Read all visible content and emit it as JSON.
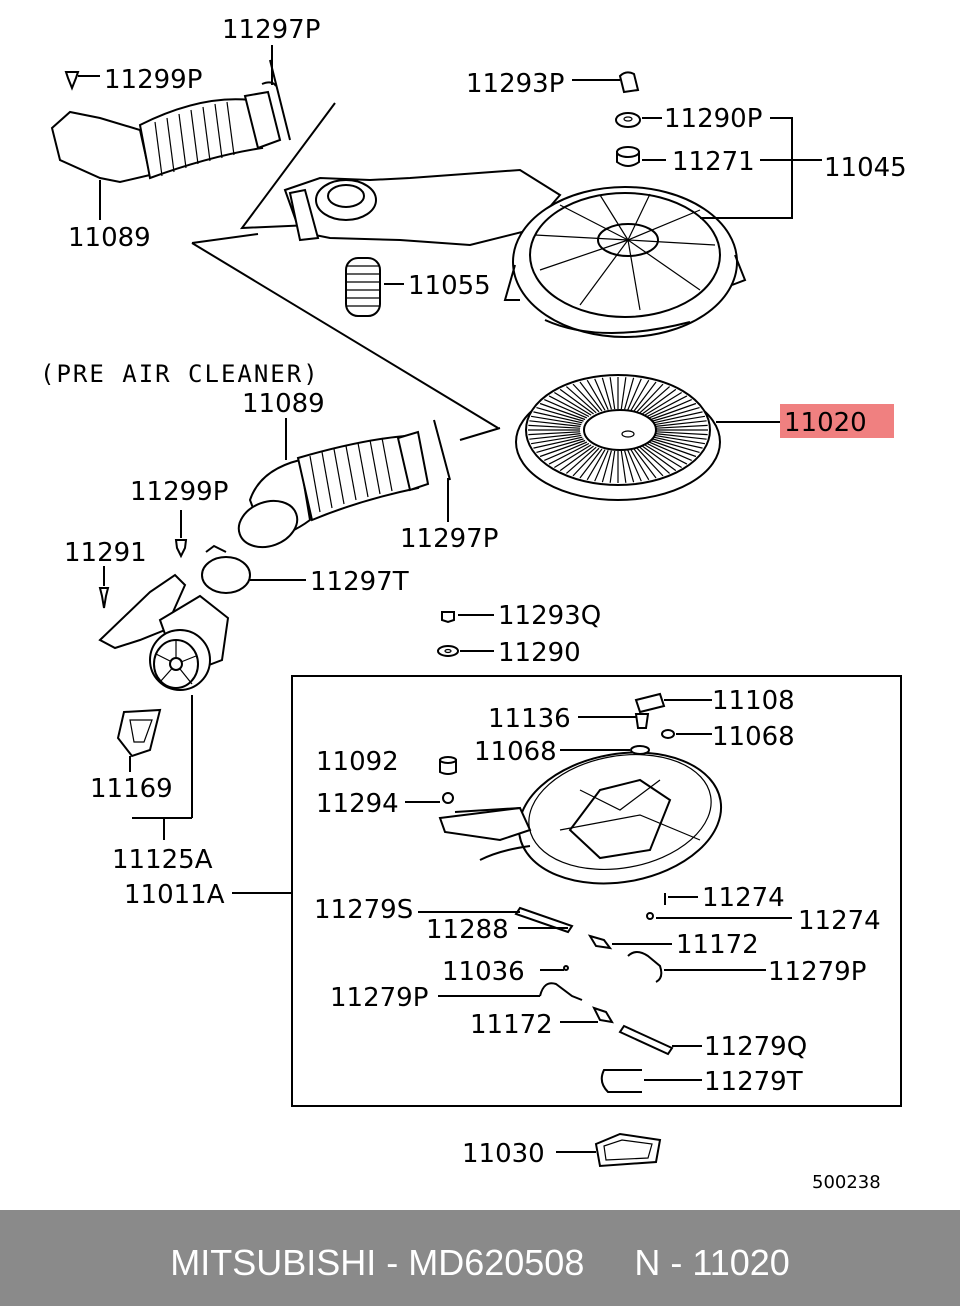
{
  "labels": {
    "p11297P_top": "11297P",
    "p11299P_top": "11299P",
    "p11089_top": "11089",
    "p11293P": "11293P",
    "p11290P": "11290P",
    "p11271": "11271",
    "p11045": "11045",
    "p11055": "11055",
    "pre_air_cleaner": "(PRE AIR CLEANER)",
    "p11089_mid": "11089",
    "p11020": "11020",
    "p11299P_mid": "11299P",
    "p11297P_mid": "11297P",
    "p11291": "11291",
    "p11297T": "11297T",
    "p11293Q": "11293Q",
    "p11290": "11290",
    "p11108": "11108",
    "p11136": "11136",
    "p11068_a": "11068",
    "p11092": "11092",
    "p11068_b": "11068",
    "p11294": "11294",
    "p11169": "11169",
    "p11125A": "11125A",
    "p11011A": "11011A",
    "p11274_a": "11274",
    "p11279S": "11279S",
    "p11274_b": "11274",
    "p11288": "11288",
    "p11172_a": "11172",
    "p11036": "11036",
    "p11279P_r": "11279P",
    "p11279P_l": "11279P",
    "p11172_b": "11172",
    "p11279Q": "11279Q",
    "p11279T": "11279T",
    "p11030": "11030",
    "diagram_id": "500238"
  },
  "highlight": {
    "part": "11020",
    "color": "#f08080"
  },
  "footer": {
    "text": "MITSUBISHI - MD620508     N - 11020",
    "background": "#8a8a8a",
    "color": "#ffffff"
  }
}
